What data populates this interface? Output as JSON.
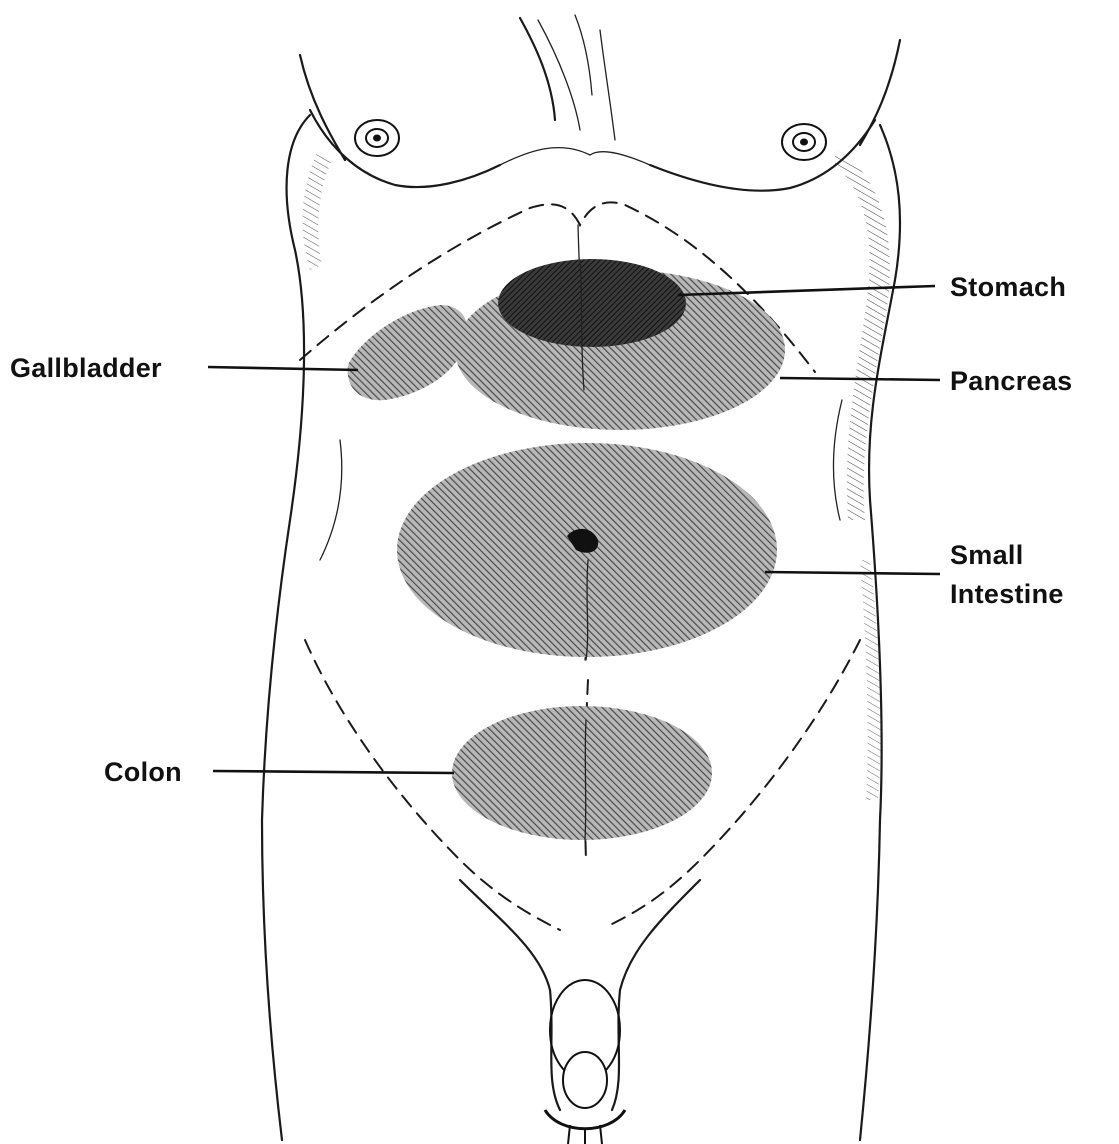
{
  "labels": {
    "stomach": "Stomach",
    "gallbladder": "Gallbladder",
    "pancreas": "Pancreas",
    "small_intestine_line1": "Small",
    "small_intestine_line2": "Intestine",
    "colon": "Colon"
  },
  "colors": {
    "ink": "#111111",
    "region_hatch": "#555555",
    "stomach_hatch": "#2a2a2a",
    "background": "#ffffff"
  }
}
